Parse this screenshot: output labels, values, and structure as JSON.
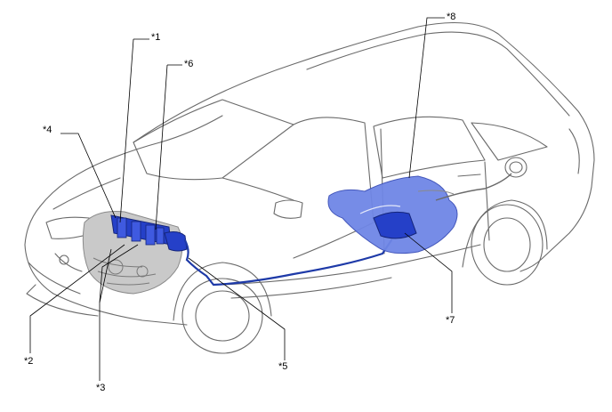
{
  "callouts": {
    "c1": "*1",
    "c2": "*2",
    "c3": "*3",
    "c4": "*4",
    "c5": "*5",
    "c6": "*6",
    "c7": "*7",
    "c8": "*8"
  },
  "colors": {
    "outline": "#6a6a6a",
    "fuel_line": "#1e3aa8",
    "fuel_tank": "#6f86e6",
    "component": "#2540c8",
    "engine": "#a9a9a9",
    "leader": "#000000"
  }
}
